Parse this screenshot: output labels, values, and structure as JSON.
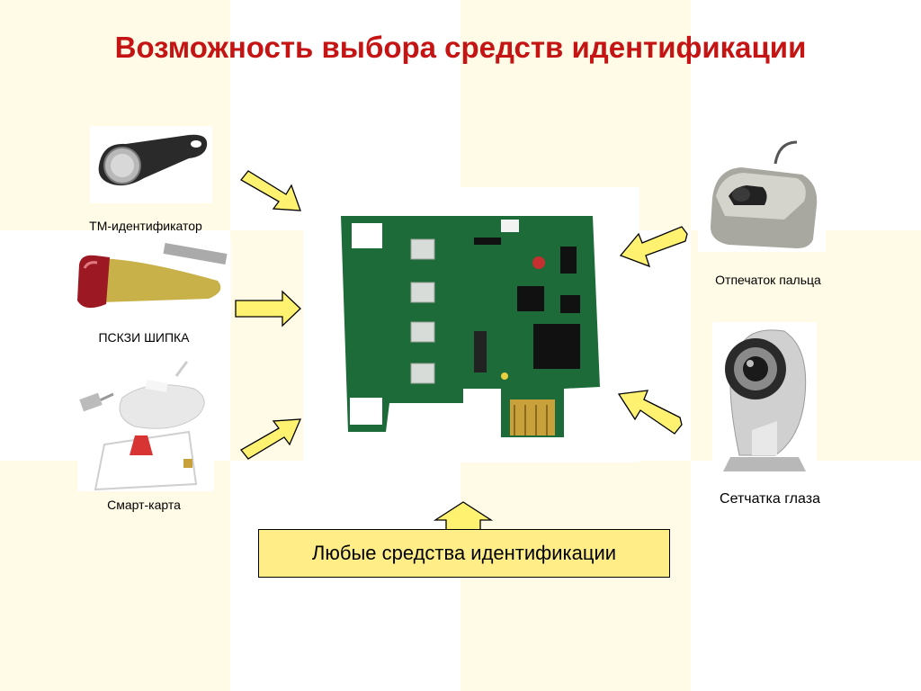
{
  "slide": {
    "title": "Возможность выбора средств идентификации",
    "callout_text": "Любые средства идентификации",
    "colors": {
      "title": "#c41414",
      "background_block": "#fffbe6",
      "arrow_fill": "#fff270",
      "callout_fill": "#ffee88",
      "board_green": "#1e6b3a"
    }
  },
  "identifiers": {
    "tm": {
      "label": "ТМ-идентификатор",
      "icon": "tm-key-fob-icon"
    },
    "pskzi": {
      "label": "ПСКЗИ ШИПКА",
      "icon": "usb-token-icon"
    },
    "smartcard": {
      "label": "Смарт-карта",
      "icon": "smart-card-reader-icon"
    },
    "fingerprint": {
      "label": "Отпечаток пальца",
      "icon": "fingerprint-scanner-icon"
    },
    "retina": {
      "label": "Сетчатка глаза",
      "icon": "retina-scanner-icon"
    }
  },
  "board": {
    "icon": "pcie-board-icon"
  }
}
